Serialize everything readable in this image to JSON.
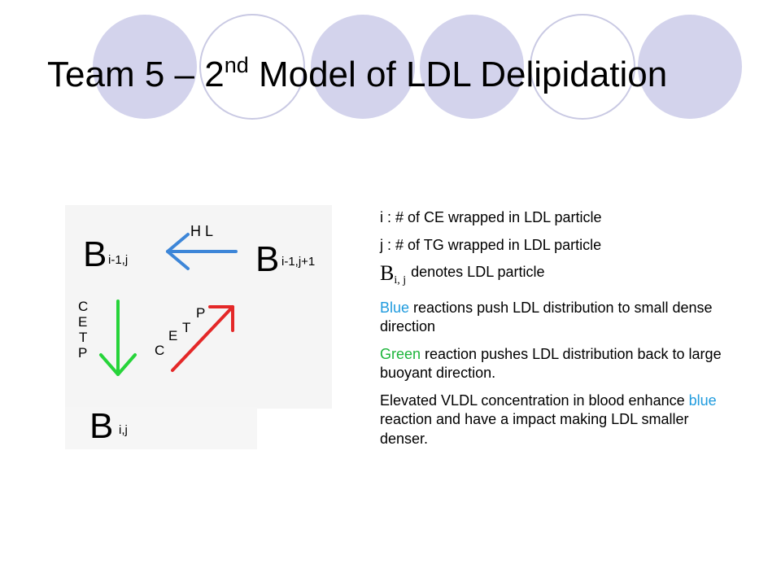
{
  "slide": {
    "title_main": "Team 5 – 2",
    "title_sup": "nd",
    "title_rest": " Model of LDL Delipidation"
  },
  "diagram": {
    "node_top_left": {
      "letter": "B",
      "subscript": "i-1,j"
    },
    "node_top_right": {
      "letter": "B",
      "subscript": "i-1,j+1"
    },
    "node_bottom": {
      "letter": "B",
      "subscript": "i,j"
    },
    "hl_label": "H L",
    "cetp_vertical": [
      "C",
      "E",
      "T",
      "P"
    ],
    "cetp_diagonal": [
      "C",
      "E",
      "T",
      "P"
    ],
    "colors": {
      "blue": "#3d86d8",
      "green": "#27d43a",
      "red": "#e42828"
    }
  },
  "legend": {
    "i_def": "i :  # of CE wrapped in LDL particle",
    "j_def": "j :  # of TG wrapped in LDL particle",
    "bij_letter": "B",
    "bij_sub": "i, j",
    "bij_def": "denotes LDL particle",
    "blue_word": "Blue",
    "blue_text": " reactions push LDL distribution to small dense direction",
    "green_word": "Green",
    "green_text": " reaction pushes LDL distribution back to large buoyant direction.",
    "vldl_pre": "Elevated VLDL concentration in blood enhance ",
    "vldl_blue": "blue",
    "vldl_post": " reaction and have a impact making LDL smaller denser."
  }
}
